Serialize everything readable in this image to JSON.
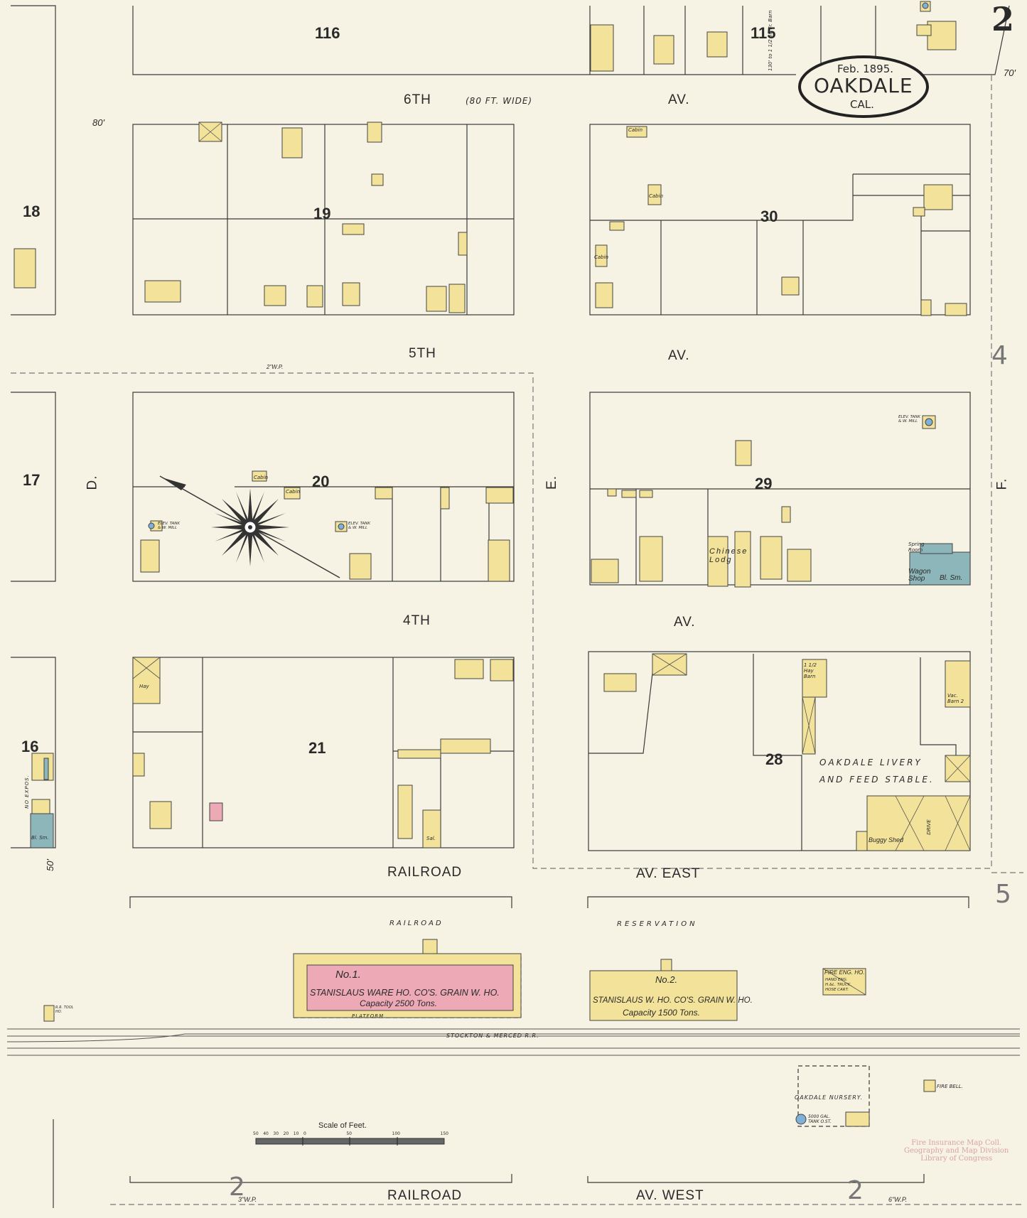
{
  "title": {
    "date": "Feb. 1895.",
    "town": "OAKDALE",
    "state": "CAL."
  },
  "sheet_number": "2",
  "adjoining_sheets": {
    "right_upper": "4",
    "right_lower": "5",
    "bottom_left": "2",
    "bottom_right": "2"
  },
  "blocks": {
    "b116": "116",
    "b115": "115",
    "b19": "19",
    "b30": "30",
    "b20": "20",
    "b29": "29",
    "b21": "21",
    "b28": "28",
    "b18": "18",
    "b17": "17",
    "b16": "16"
  },
  "streets": {
    "sixth": "6TH",
    "sixth_note": "(80 FT. WIDE)",
    "sixth_av": "AV.",
    "fifth": "5TH",
    "fifth_av": "AV.",
    "fourth": "4TH",
    "fourth_av": "AV.",
    "d": "D.",
    "e": "E.",
    "f": "F.",
    "railroad_east_1": "RAILROAD",
    "railroad_east_2": "AV. EAST",
    "railroad_west_1": "RAILROAD",
    "railroad_west_2": "AV. WEST",
    "reservation_1": "RAILROAD",
    "reservation_2": "RESERVATION",
    "rail_line": "STOCKTON & MERCED   R.R."
  },
  "widths": {
    "w80": "80'",
    "w70": "70'",
    "w50": "50'"
  },
  "water_pipes": {
    "p2": "2\"W.P.",
    "p3": "3\"W.P.",
    "p6": "6\"W.P."
  },
  "labels": {
    "block115_note": "130' to 1 1/2 St. Fr. Barn",
    "warehouse1_no": "No.1.",
    "warehouse1_name": "STANISLAUS WARE HO. CO'S. GRAIN W. HO.",
    "warehouse1_cap": "Capacity 2500 Tons.",
    "platform": "PLATFORM",
    "warehouse2_no": "No.2.",
    "warehouse2_name": "STANISLAUS W. HO. CO'S. GRAIN W. HO.",
    "warehouse2_cap": "Capacity 1500 Tons.",
    "fire_eng": "FIRE ENG. HO.",
    "fire_eng_detail": "HAND ENG. H.&L. TRUCK. HOSE CART.",
    "nursery": "OAKDALE NURSERY.",
    "fire_bell": "FIRE BELL.",
    "tank": "5000 GAL. TANK O.ST.",
    "livery_1": "OAKDALE   LIVERY",
    "livery_2": "AND  FEED   STABLE.",
    "hay_barn": "1 1/2 Hay Barn",
    "vac_barn": "Vac. Barn 2",
    "buggy_shed": "Buggy Shed",
    "drive": "DRIVE",
    "chinese_lodge": "Chinese Lodg",
    "wagon_shop": "Wagon Shop",
    "blacksmith": "Bl. Sm.",
    "spring_room": "Spring Room",
    "elev_tank_1": "ELEV. TANK & W. MILL",
    "elev_tank_2": "ELEV. TANK & W. MILL",
    "elev_tank_3": "ELEV. TANK & W. MILL",
    "cabin_1": "Cabin",
    "cabin_2": "Cabin",
    "cabin_3": "Cabin",
    "cabin_4": "Cabin",
    "cabin_5": "Cabin",
    "hay": "Hay",
    "saloon": "Sal.",
    "no_expos": "NO EXPOS.",
    "rr_tool": "R.R. TOOL HO.",
    "b16_smith": "Bl. Sm."
  },
  "scale": {
    "title": "Scale of Feet.",
    "ticks": [
      "50",
      "40",
      "30",
      "20",
      "10",
      "0",
      "50",
      "100",
      "150"
    ]
  },
  "stamp": {
    "line1": "Fire Insurance Map Coll.",
    "line2": "Geography and Map Division",
    "line3": "Library of Congress"
  },
  "colors": {
    "paper": "#f6f3e4",
    "frame": "#f3e39a",
    "brick": "#eda9b6",
    "stone_iron": "#8db6ba",
    "ink": "#3a3a3a",
    "water": "#7fb0d8"
  }
}
